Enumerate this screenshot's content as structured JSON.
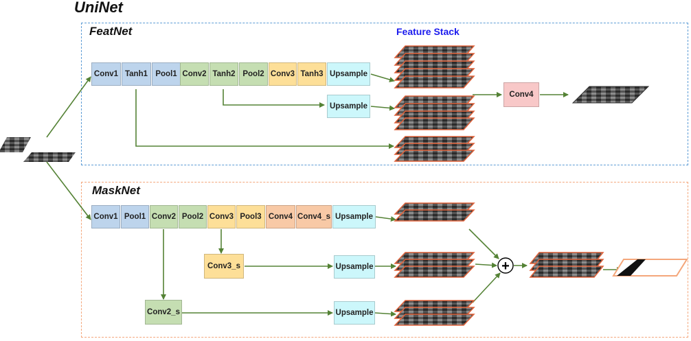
{
  "main_title": "UniNet",
  "featnet": {
    "title": "FeatNet",
    "stack_label": "Feature Stack",
    "row1": [
      "Conv1",
      "Tanh1",
      "Pool1",
      "Conv2",
      "Tanh2",
      "Pool2",
      "Conv3",
      "Tanh3",
      "Upsample"
    ],
    "upsample2": "Upsample",
    "conv4": "Conv4"
  },
  "masknet": {
    "title": "MaskNet",
    "row1": [
      "Conv1",
      "Pool1",
      "Conv2",
      "Pool2",
      "Conv3",
      "Pool3",
      "Conv4",
      "Conv4_s",
      "Upsample"
    ],
    "conv3_s": "Conv3_s",
    "conv2_s": "Conv2_s",
    "upsample_mid": "Upsample",
    "upsample_bot": "Upsample",
    "sum_symbol": "+"
  },
  "colors": {
    "feat_border": "#5b9bd5",
    "mask_border": "#f4a67a",
    "arrow": "#548235",
    "blue": "#bdd4ec",
    "green": "#c5deb2",
    "yellow": "#fddf98",
    "orange": "#f8c9a6",
    "cyan": "#ccf7fb",
    "pink": "#f8c8c8",
    "stack_label": "#1a1aee"
  }
}
